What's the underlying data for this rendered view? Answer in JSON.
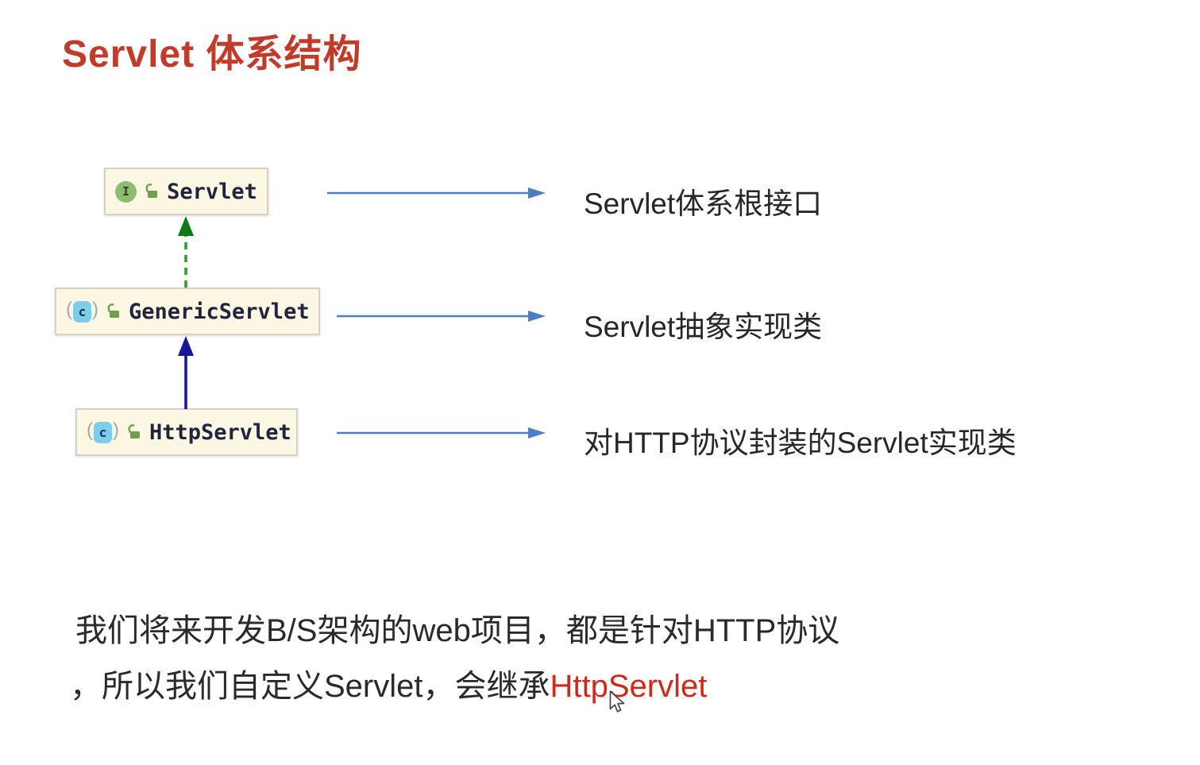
{
  "title": "Servlet 体系结构",
  "diagram": {
    "nodes": [
      {
        "kind": "interface",
        "icon": "interface-icon",
        "icon_letter": "I",
        "label": "Servlet",
        "description": "Servlet体系根接口"
      },
      {
        "kind": "abstract-class",
        "icon": "abstract-class-icon",
        "icon_letter": "c",
        "label": "GenericServlet",
        "description": "Servlet抽象实现类"
      },
      {
        "kind": "abstract-class",
        "icon": "abstract-class-icon",
        "icon_letter": "c",
        "label": "HttpServlet",
        "description": "对HTTP协议封装的Servlet实现类"
      }
    ],
    "edges": [
      {
        "from": "GenericServlet",
        "to": "Servlet",
        "type": "implements",
        "style": "dashed-green"
      },
      {
        "from": "HttpServlet",
        "to": "GenericServlet",
        "type": "extends",
        "style": "solid-navy"
      }
    ]
  },
  "note": {
    "line1": "我们将来开发B/S架构的web项目，都是针对HTTP协议",
    "line2_prefix": "，所以我们自定义Servlet，会继承",
    "line2_highlight": "HttpServlet"
  },
  "colors": {
    "title_red": "#c23a28",
    "highlight_red": "#d2281a",
    "box_fill": "#fbf7e2",
    "box_border": "#d4d2c9",
    "box_text": "#22243f",
    "body_text": "#272727",
    "arrow_blue": "#4d7ec3",
    "arrow_green": "#2f9e33",
    "arrow_green_head": "#117a17",
    "arrow_navy": "#1a1699",
    "interface_icon_green": "#8dbb72",
    "class_icon_blue": "#7bcdea",
    "lock_green": "#6fa14c",
    "paren_gray": "#a8a8a8"
  }
}
